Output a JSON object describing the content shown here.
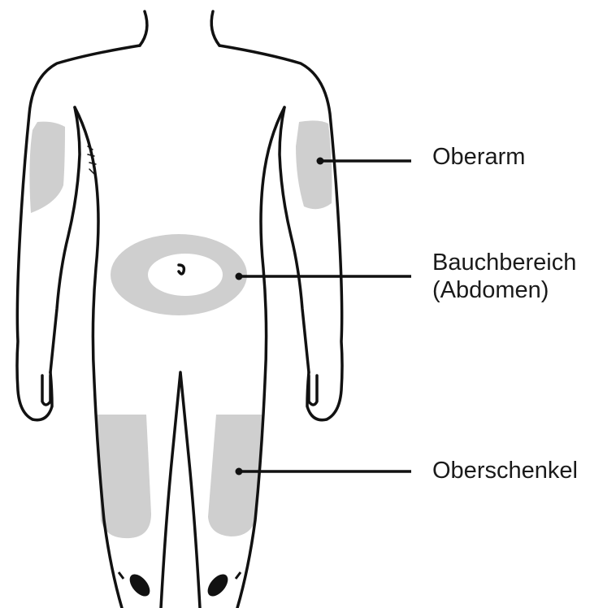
{
  "labels": {
    "upper_arm": "Oberarm",
    "abdomen_line1": "Bauchbereich",
    "abdomen_line2": "(Abdomen)",
    "thigh": "Oberschenkel"
  },
  "colors": {
    "outline": "#111111",
    "injection_zone": "#cfcfcf",
    "background": "#ffffff"
  }
}
